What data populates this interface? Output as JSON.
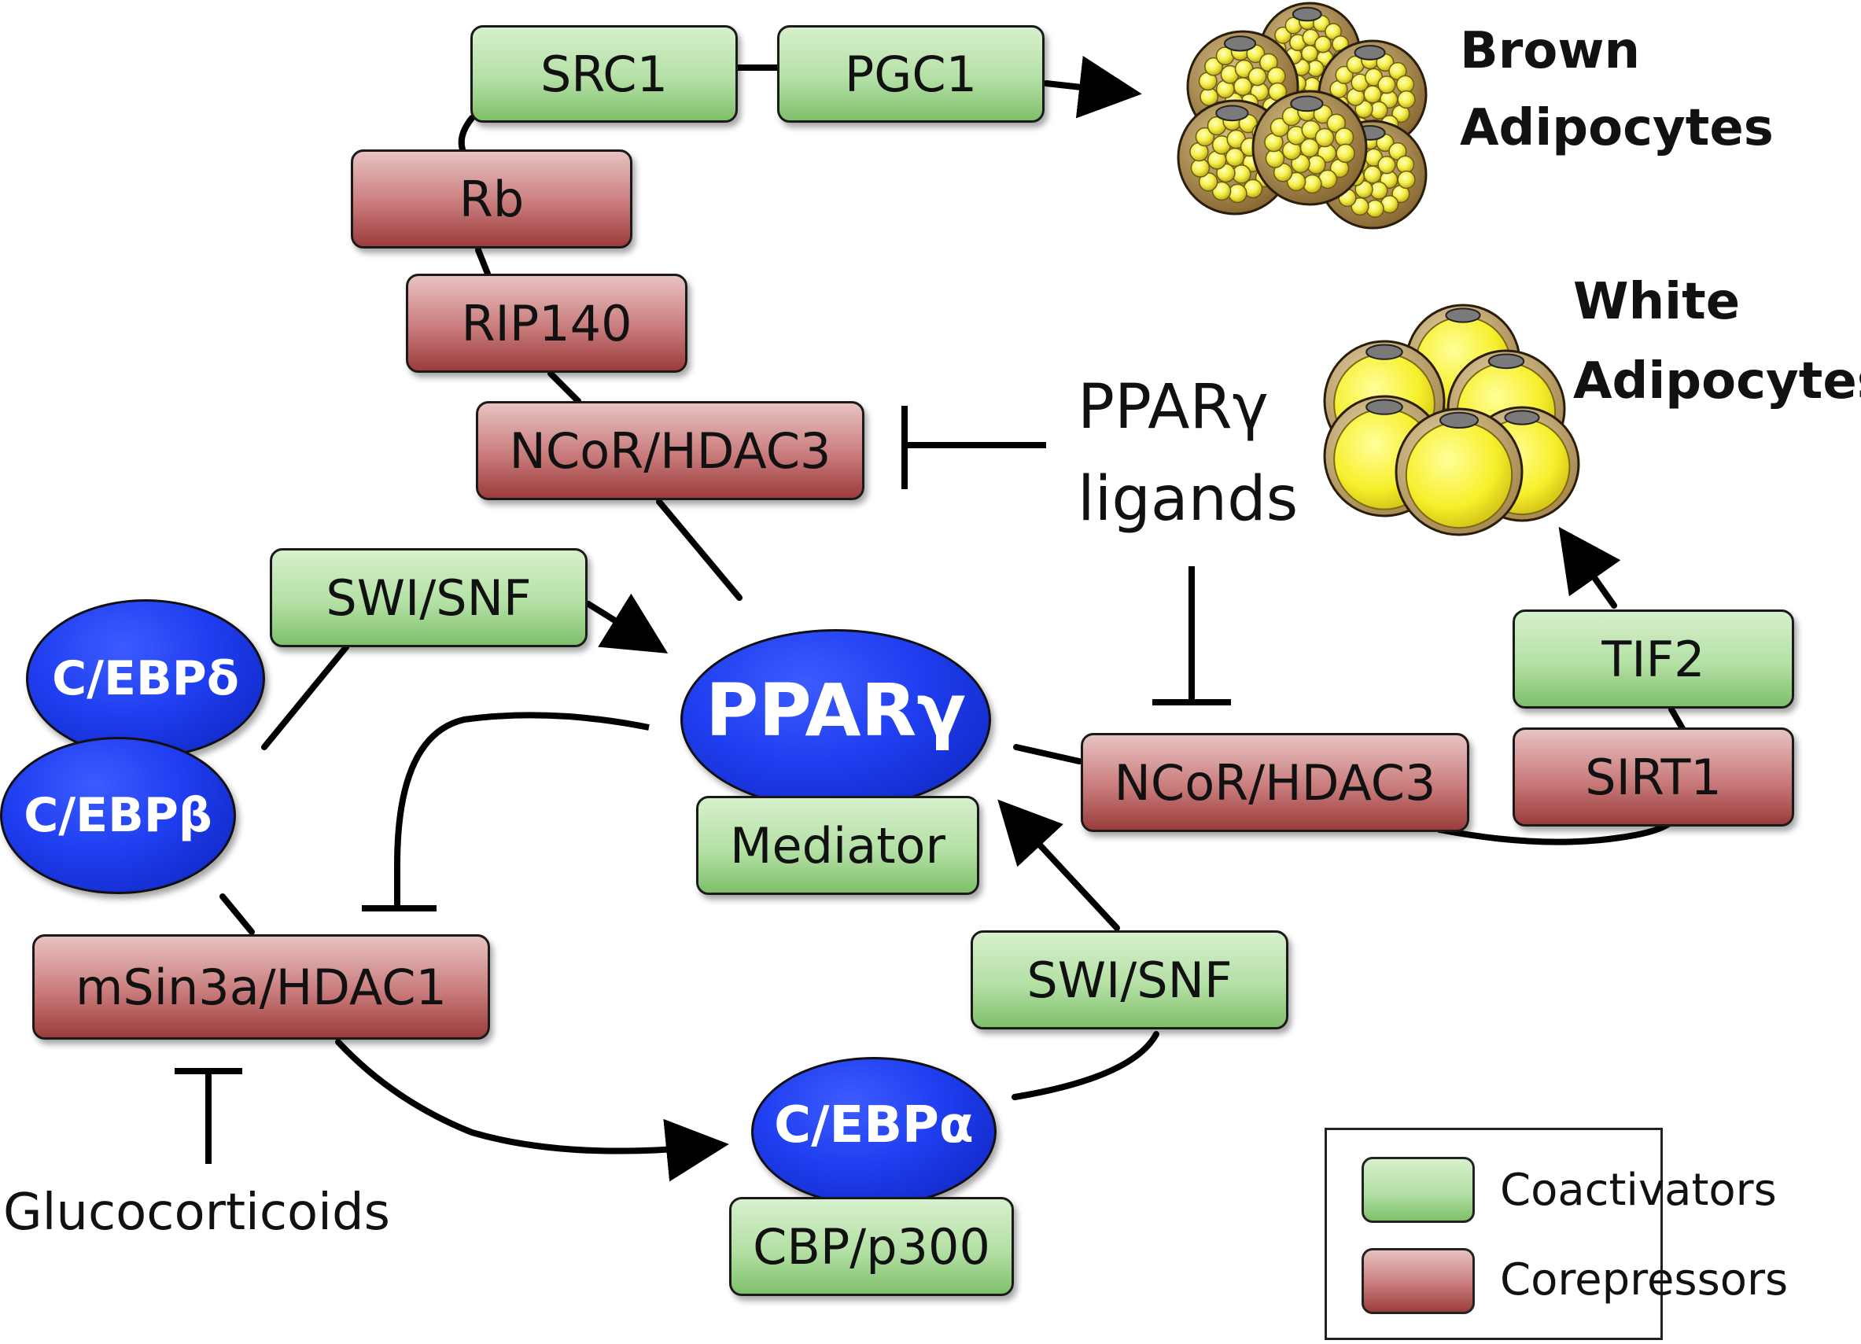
{
  "coactivators": {
    "src1": "SRC1",
    "pgc1": "PGC1",
    "swisnf_top": "SWI/SNF",
    "mediator": "Mediator",
    "tif2": "TIF2",
    "swisnf_bottom": "SWI/SNF",
    "cbp": "CBP/p300"
  },
  "corepressors": {
    "rb": "Rb",
    "rip140": "RIP140",
    "ncor_top": "NCoR/HDAC3",
    "ncor_right": "NCoR/HDAC3",
    "sirt1": "SIRT1",
    "msin3a": "mSin3a/HDAC1"
  },
  "factors": {
    "cebp_delta": "C/EBPδ",
    "cebp_beta": "C/EBPβ",
    "ppar_gamma": "PPARγ",
    "cebp_alpha": "C/EBPα"
  },
  "labels": {
    "brown_line1": "Brown",
    "brown_line2": "Adipocytes",
    "white_line1": "White",
    "white_line2": "Adipocytes",
    "ligands_line1": "PPARγ",
    "ligands_line2": "ligands",
    "glucocorticoids": "Glucocorticoids"
  },
  "legend": {
    "coactivators": "Coactivators",
    "corepressors": "Corepressors"
  },
  "colors": {
    "coactivator_green": "#b4e0a5",
    "corepressor_red": "#c97b7b",
    "factor_blue": "#1f3ef0",
    "lipid_yellow": "#f5f04a",
    "brown_cell": "#a8874e"
  }
}
